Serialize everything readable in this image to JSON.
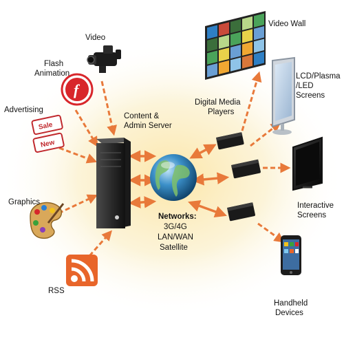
{
  "labels": {
    "video": "Video",
    "flash": [
      "Flash",
      "Animation"
    ],
    "advertising": "Advertising",
    "graphics": "Graphics",
    "rss": "RSS",
    "server": [
      "Content &",
      "Admin Server"
    ],
    "networks": [
      "Networks:",
      "3G/4G",
      "LAN/WAN",
      "Satellite"
    ],
    "players": [
      "Digital Media",
      "Players"
    ],
    "video_wall": "Video Wall",
    "lcd": [
      "LCD/Plasma",
      "/LED",
      "Screens"
    ],
    "interactive": [
      "Interactive",
      "Screens"
    ],
    "handheld": [
      "Handheld",
      "Devices"
    ]
  },
  "ad_tags": [
    "Sale",
    "New"
  ],
  "colors": {
    "arrow": "#e8793a",
    "glow": "#fbeec0",
    "globe": "#1e6fa8",
    "server": "#2a2a2a",
    "player": "#1a1a1a",
    "rss": "#e8652a",
    "flash": "#d8262b"
  }
}
